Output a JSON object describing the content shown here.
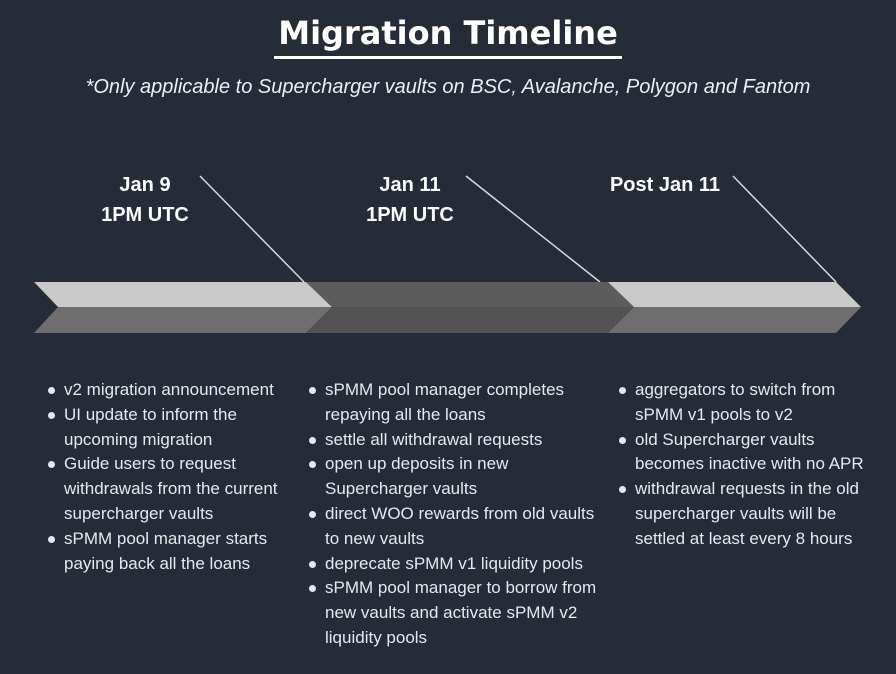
{
  "title": "Migration Timeline",
  "subtitle": "*Only applicable to Supercharger vaults on BSC, Avalanche, Polygon and Fantom",
  "colors": {
    "background": "#262b38",
    "light_segment": "#c9c9c9",
    "dark_segment": "#5c5c5c",
    "lower_band": "#6e6e6e",
    "text": "#ffffff"
  },
  "milestones": [
    {
      "date": "Jan 9",
      "time": "1PM UTC",
      "items": [
        "v2 migration announcement",
        "UI update to inform the upcoming migration",
        "Guide users to request withdrawals from the current supercharger vaults",
        "sPMM pool manager starts paying back all the loans"
      ]
    },
    {
      "date": "Jan 11",
      "time": "1PM UTC",
      "items": [
        "sPMM pool manager completes repaying all the loans",
        "settle all withdrawal requests",
        "open up deposits in new Supercharger vaults",
        "direct WOO rewards from old vaults to new vaults",
        "deprecate sPMM v1 liquidity pools",
        "sPMM pool manager to borrow from new vaults and activate sPMM v2 liquidity pools"
      ]
    },
    {
      "date": "Post Jan 11",
      "time": "",
      "items": [
        "aggregators to switch from sPMM v1 pools to v2",
        "old Supercharger vaults becomes inactive with no APR",
        "withdrawal requests in the old supercharger vaults will be settled at least every 8 hours"
      ]
    }
  ]
}
